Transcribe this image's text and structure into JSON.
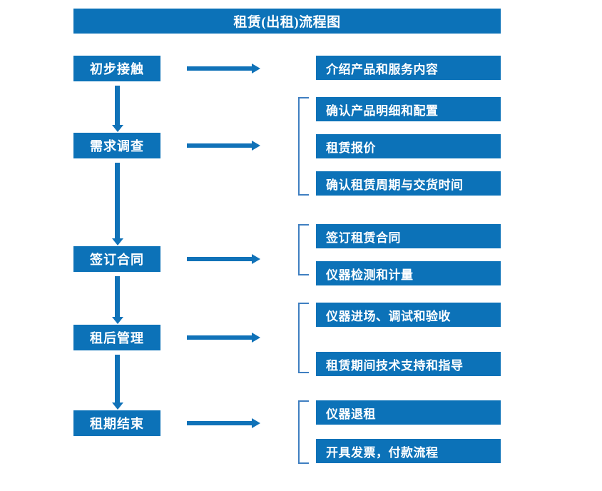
{
  "title": "租赁(出租)流程图",
  "colors": {
    "brand_blue": "#0c72b8",
    "arrow_blue": "#1072b8",
    "bracket_blue": "#3f7fc1",
    "box_text": "#ffffff",
    "background": "#ffffff"
  },
  "flow": {
    "stages": [
      {
        "label": "初步接触"
      },
      {
        "label": "需求调查"
      },
      {
        "label": "签订合同"
      },
      {
        "label": "租后管理"
      },
      {
        "label": "租期结束"
      }
    ],
    "groups": [
      {
        "stage": "初步接触",
        "bracketed": false,
        "details": [
          {
            "label": "介绍产品和服务内容"
          }
        ]
      },
      {
        "stage": "需求调查",
        "bracketed": true,
        "details": [
          {
            "label": "确认产品明细和配置"
          },
          {
            "label": "租赁报价"
          },
          {
            "label": "确认租赁周期与交货时间"
          }
        ]
      },
      {
        "stage": "签订合同",
        "bracketed": true,
        "details": [
          {
            "label": "签订租赁合同"
          },
          {
            "label": "仪器检测和计量"
          }
        ]
      },
      {
        "stage": "租后管理",
        "bracketed": true,
        "details": [
          {
            "label": "仪器进场、调试和验收"
          },
          {
            "label": "租赁期间技术支持和指导"
          }
        ]
      },
      {
        "stage": "租期结束",
        "bracketed": true,
        "details": [
          {
            "label": "仪器退租"
          },
          {
            "label": "开具发票，付款流程"
          }
        ]
      }
    ]
  }
}
